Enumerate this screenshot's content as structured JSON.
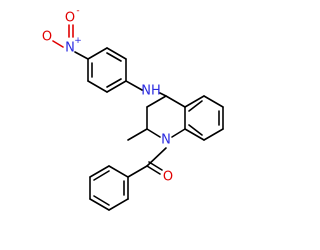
{
  "molecule": {
    "atoms": {
      "nitro_o_top": {
        "label": "O",
        "charge": "-",
        "color": "#e00000"
      },
      "nitro_n": {
        "label": "N",
        "charge": "+",
        "color": "#2a2ae0"
      },
      "nitro_o_bottom": {
        "label": "O",
        "color": "#e00000"
      },
      "amine_nh": {
        "label": "NH",
        "color": "#2a2ae0"
      },
      "ring_n": {
        "label": "N",
        "color": "#2a2ae0"
      },
      "carbonyl_o": {
        "label": "O",
        "color": "#e00000"
      }
    },
    "colors": {
      "bond": "#000000",
      "nitrogen": "#2a2ae0",
      "oxygen": "#e00000",
      "background": "#ffffff"
    }
  }
}
